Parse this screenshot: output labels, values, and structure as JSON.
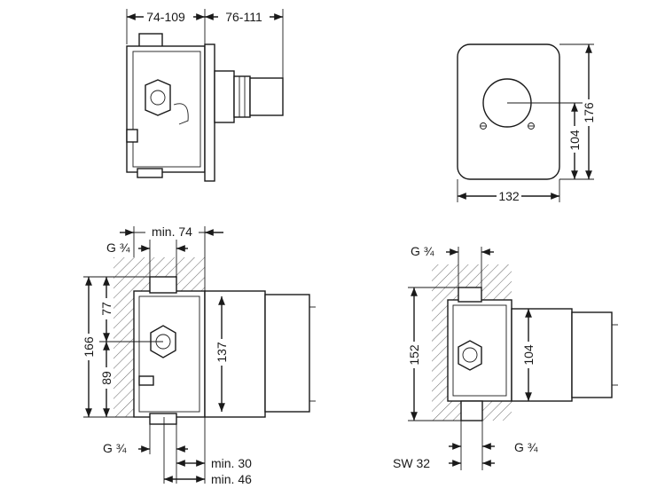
{
  "dimensions": {
    "top_left_a": "74-109",
    "top_left_b": "76-111",
    "plate_width": "132",
    "plate_height_full": "176",
    "plate_height_inner": "104",
    "min_depth": "min. 74",
    "thread_top_left": "G ¾",
    "height_total": "166",
    "height_upper": "77",
    "height_lower": "89",
    "body_height": "137",
    "thread_bottom_left": "G ¾",
    "min_30": "min. 30",
    "min_46": "min. 46",
    "thread_top_right": "G ¾",
    "height_right_total": "152",
    "height_right_body": "104",
    "wrench_size": "SW 32",
    "thread_bottom_right": "G ¾"
  }
}
